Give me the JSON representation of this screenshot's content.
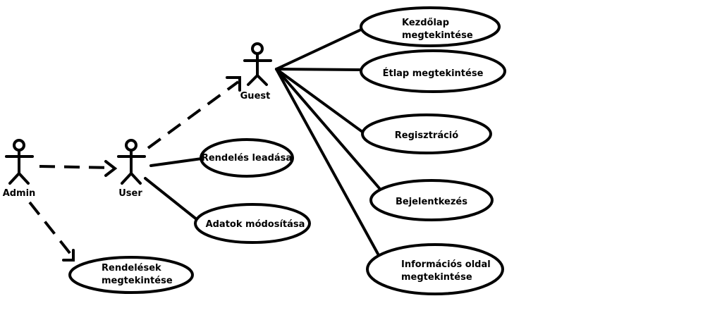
{
  "actors": {
    "admin": "Admin",
    "user": "User",
    "guest": "Guest"
  },
  "use_cases": {
    "kezdolap": [
      "Kezdőlap",
      "megtekintése"
    ],
    "etlap": [
      "Étlap megtekintése"
    ],
    "regisztracio": [
      "Regisztráció"
    ],
    "bejelentkezes": [
      "Bejelentkezés"
    ],
    "informacios": [
      "Információs oldal",
      "megtekintése"
    ],
    "rendeles_leadasa": [
      "Rendelés leadása"
    ],
    "adatok_modositasa": [
      "Adatok módosítása"
    ],
    "rendelesek": [
      "Rendelések",
      "megtekintése"
    ]
  },
  "colors": {
    "ink": "#000000",
    "background": "#ffffff"
  }
}
